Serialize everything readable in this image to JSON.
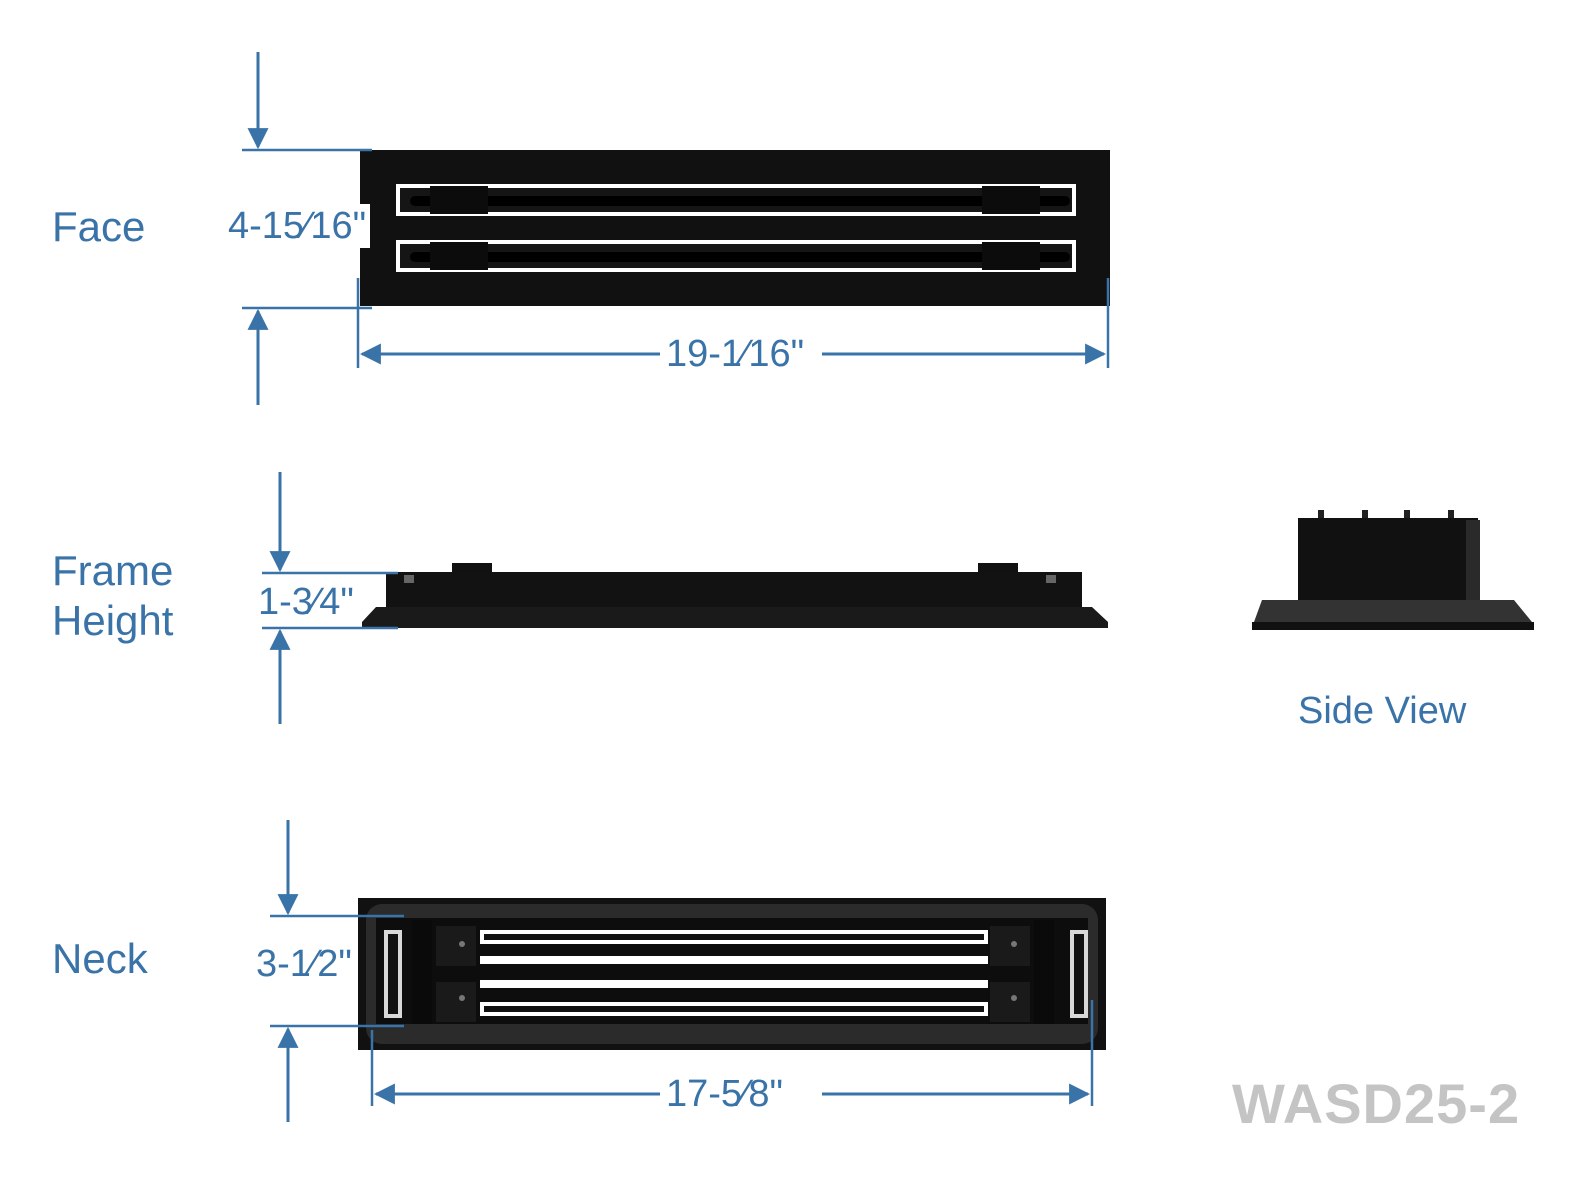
{
  "labels": {
    "face": "Face",
    "frame_height_line1": "Frame",
    "frame_height_line2": "Height",
    "neck": "Neck",
    "side_view": "Side View"
  },
  "dimensions": {
    "face_height": "4-15⁄16\"",
    "face_width": "19-1⁄16\"",
    "frame_height": "1-3⁄4\"",
    "neck_height": "3-1⁄2\"",
    "neck_width": "17-5⁄8\""
  },
  "model": "WASD25-2",
  "colors": {
    "accent": "#3a73a8",
    "product": "#111111",
    "gasket": "#2a2a2a",
    "model_text": "#c4c4c4"
  }
}
